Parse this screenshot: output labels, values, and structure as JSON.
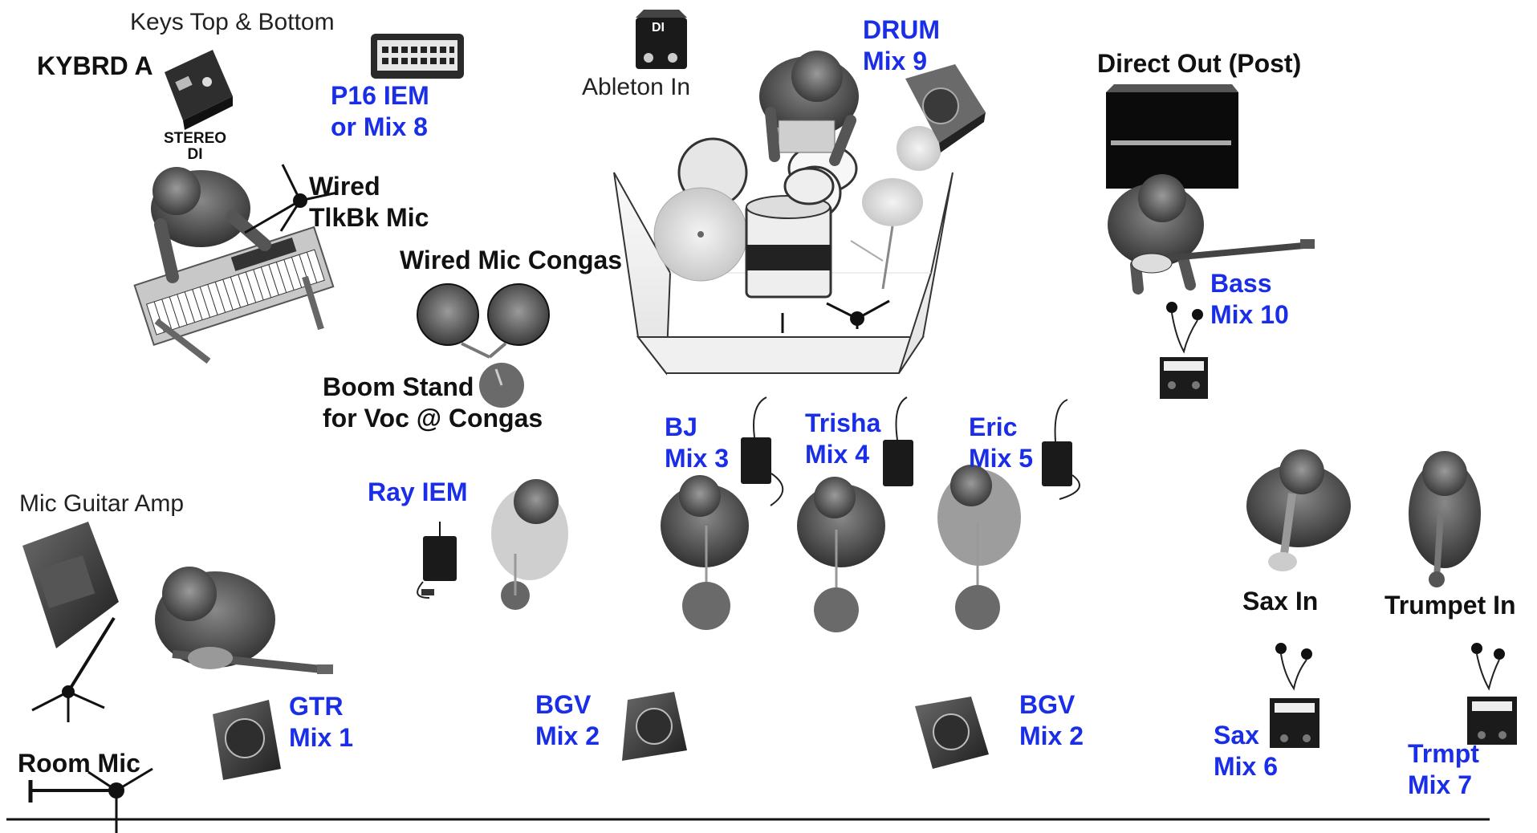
{
  "labels": {
    "keys_top_bottom": "Keys Top & Bottom",
    "kybrd_a": "KYBRD A",
    "stereo": "STEREO",
    "di": "DI",
    "wired_tlkbk_1": "Wired",
    "wired_tlkbk_2": "TlkBk Mic",
    "p16_1": "P16 IEM",
    "p16_2": "or Mix 8",
    "di_box_text": "DI",
    "ableton_in": "Ableton In",
    "drum_1": "DRUM",
    "drum_2": "Mix 9",
    "direct_out": "Direct Out (Post)",
    "wired_mic_congas": "Wired Mic Congas",
    "boom_1": "Boom Stand",
    "boom_2": "for Voc @ Congas",
    "bass_1": "Bass",
    "bass_2": "Mix 10",
    "bj_1": "BJ",
    "bj_2": "Mix 3",
    "trisha_1": "Trisha",
    "trisha_2": "Mix 4",
    "eric_1": "Eric",
    "eric_2": "Mix 5",
    "ray_iem": "Ray IEM",
    "mic_guitar_amp": "Mic Guitar Amp",
    "sax_in": "Sax In",
    "trumpet_in": "Trumpet In",
    "gtr_1": "GTR",
    "gtr_2": "Mix 1",
    "bgv_left_1": "BGV",
    "bgv_left_2": "Mix 2",
    "bgv_right_1": "BGV",
    "bgv_right_2": "Mix 2",
    "sax_1": "Sax",
    "sax_2": "Mix 6",
    "trmpt_1": "Trmpt",
    "trmpt_2": "Mix 7",
    "room_mic": "Room Mic"
  },
  "colors": {
    "mix_label": "#1a2ee8",
    "text": "#111111",
    "gear_dark": "#2a2a2a",
    "gear_mid": "#7a7a7a",
    "gear_light": "#cfcfcf"
  },
  "icons": [
    "keyboard-player-icon",
    "stereo-di-box-icon",
    "p16-mixer-icon",
    "ableton-di-icon",
    "drum-kit-icon",
    "drummer-icon",
    "drum-wedge-icon",
    "drum-shield-icon",
    "bass-amp-icon",
    "bass-player-icon",
    "congas-icon",
    "talkback-mic-icon",
    "iem-pack-icon",
    "singer-icon",
    "guitar-amp-icon",
    "guitarist-icon",
    "wedge-monitor-icon",
    "sax-player-icon",
    "trumpet-player-icon",
    "earbuds-icon",
    "personal-mixer-icon",
    "room-mic-icon",
    "stage-edge-line"
  ]
}
